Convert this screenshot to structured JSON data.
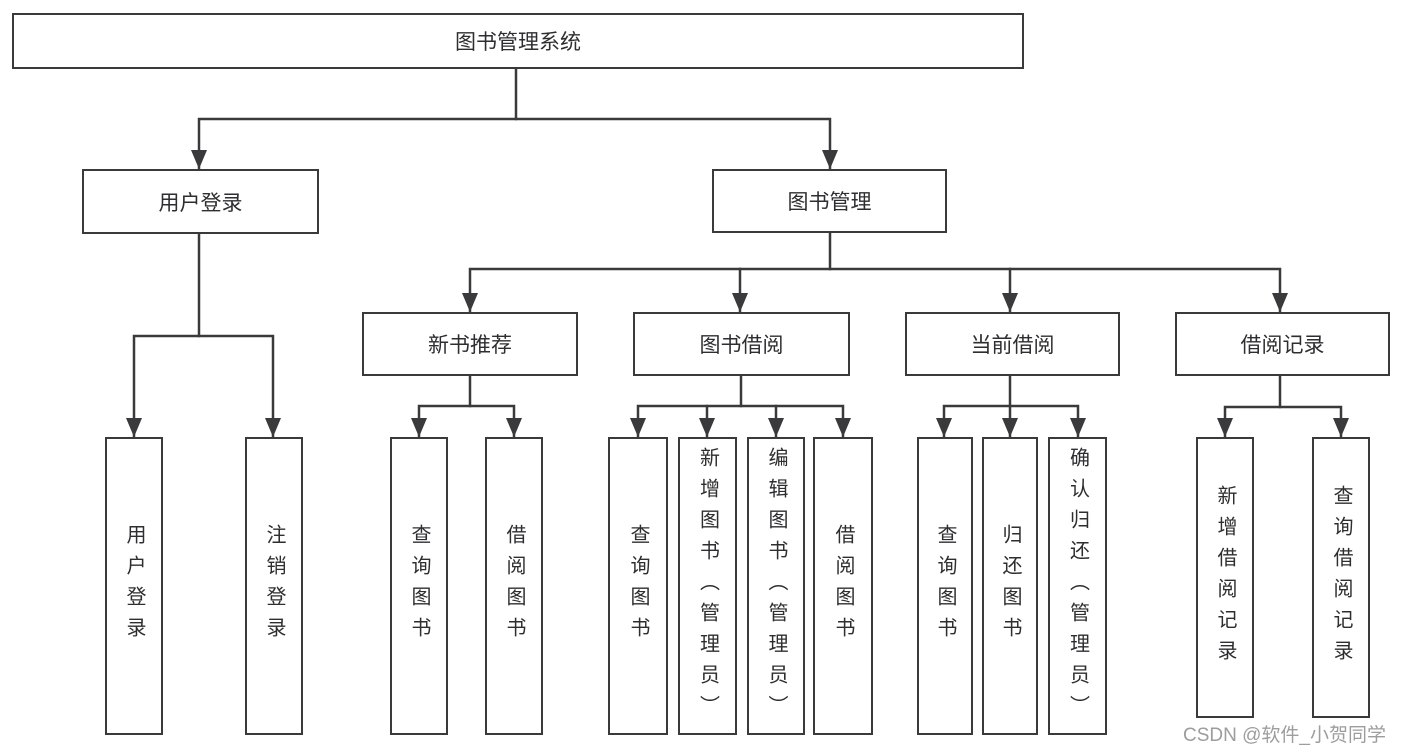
{
  "diagram": {
    "root": {
      "label": "图书管理系统"
    },
    "branches": [
      {
        "label": "用户登录",
        "children": [
          {
            "label": "用户登录"
          },
          {
            "label": "注销登录"
          }
        ]
      },
      {
        "label": "图书管理",
        "children": [
          {
            "label": "新书推荐",
            "children": [
              {
                "label": "查询图书"
              },
              {
                "label": "借阅图书"
              }
            ]
          },
          {
            "label": "图书借阅",
            "children": [
              {
                "label": "查询图书"
              },
              {
                "label": "新增图书（管理员）"
              },
              {
                "label": "编辑图书（管理员）"
              },
              {
                "label": "借阅图书"
              }
            ]
          },
          {
            "label": "当前借阅",
            "children": [
              {
                "label": "查询图书"
              },
              {
                "label": "归还图书"
              },
              {
                "label": "确认归还（管理员）"
              }
            ]
          },
          {
            "label": "借阅记录",
            "children": [
              {
                "label": "新增借阅记录"
              },
              {
                "label": "查询借阅记录"
              }
            ]
          }
        ]
      }
    ]
  },
  "watermark": {
    "text": "CSDN @软件_小贺同学"
  },
  "colors": {
    "line": "#3a3a3c",
    "box_border": "#3a3a3c",
    "text": "#2e2e30",
    "watermark": "#9d9d9d",
    "background": "#ffffff"
  }
}
